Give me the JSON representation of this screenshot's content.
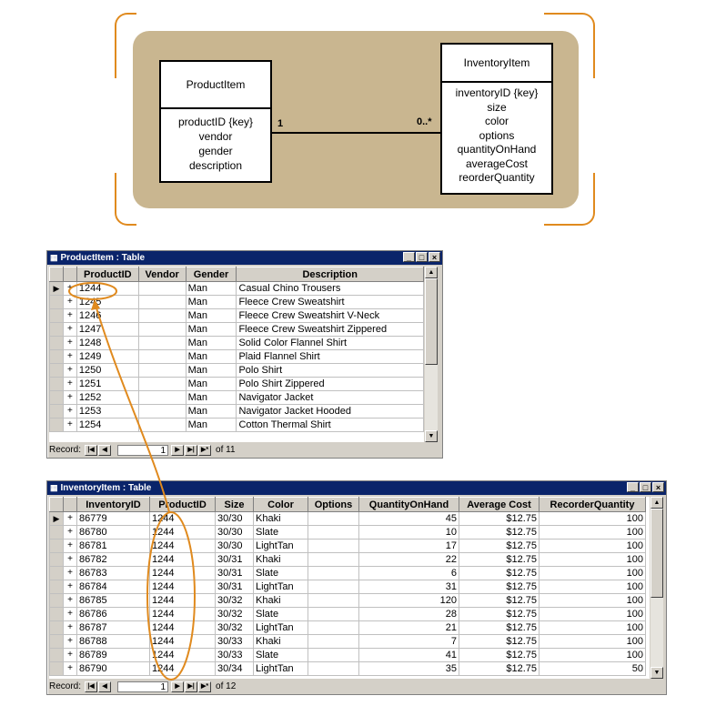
{
  "colors": {
    "diagram_background": "#c9b690",
    "accent_orange": "#e08a1e",
    "titlebar": "#0a246a"
  },
  "diagram": {
    "product_class": {
      "name": "ProductItem",
      "attributes": [
        "productID {key}",
        "vendor",
        "gender",
        "description"
      ]
    },
    "inventory_class": {
      "name": "InventoryItem",
      "attributes": [
        "inventoryID {key}",
        "size",
        "color",
        "options",
        "quantityOnHand",
        "averageCost",
        "reorderQuantity"
      ]
    },
    "association": {
      "product_multiplicity": "1",
      "inventory_multiplicity": "0..*"
    }
  },
  "product_window": {
    "title": "ProductItem : Table",
    "columns": [
      "ProductID",
      "Vendor",
      "Gender",
      "Description"
    ],
    "rows": [
      [
        "1244",
        "",
        "Man",
        "Casual Chino Trousers"
      ],
      [
        "1245",
        "",
        "Man",
        "Fleece Crew Sweatshirt"
      ],
      [
        "1246",
        "",
        "Man",
        "Fleece Crew Sweatshirt V-Neck"
      ],
      [
        "1247",
        "",
        "Man",
        "Fleece Crew Sweatshirt Zippered"
      ],
      [
        "1248",
        "",
        "Man",
        "Solid Color Flannel Shirt"
      ],
      [
        "1249",
        "",
        "Man",
        "Plaid Flannel Shirt"
      ],
      [
        "1250",
        "",
        "Man",
        "Polo Shirt"
      ],
      [
        "1251",
        "",
        "Man",
        "Polo Shirt Zippered"
      ],
      [
        "1252",
        "",
        "Man",
        "Navigator Jacket"
      ],
      [
        "1253",
        "",
        "Man",
        "Navigator Jacket Hooded"
      ],
      [
        "1254",
        "",
        "Man",
        "Cotton Thermal Shirt"
      ]
    ],
    "record_label": "Record:",
    "record_current": "1",
    "record_total": "of 11"
  },
  "inventory_window": {
    "title": "InventoryItem : Table",
    "columns": [
      "InventoryID",
      "ProductID",
      "Size",
      "Color",
      "Options",
      "QuantityOnHand",
      "Average Cost",
      "RecorderQuantity"
    ],
    "rows": [
      [
        "86779",
        "1244",
        "30/30",
        "Khaki",
        "",
        "45",
        "$12.75",
        "100"
      ],
      [
        "86780",
        "1244",
        "30/30",
        "Slate",
        "",
        "10",
        "$12.75",
        "100"
      ],
      [
        "86781",
        "1244",
        "30/30",
        "LightTan",
        "",
        "17",
        "$12.75",
        "100"
      ],
      [
        "86782",
        "1244",
        "30/31",
        "Khaki",
        "",
        "22",
        "$12.75",
        "100"
      ],
      [
        "86783",
        "1244",
        "30/31",
        "Slate",
        "",
        "6",
        "$12.75",
        "100"
      ],
      [
        "86784",
        "1244",
        "30/31",
        "LightTan",
        "",
        "31",
        "$12.75",
        "100"
      ],
      [
        "86785",
        "1244",
        "30/32",
        "Khaki",
        "",
        "120",
        "$12.75",
        "100"
      ],
      [
        "86786",
        "1244",
        "30/32",
        "Slate",
        "",
        "28",
        "$12.75",
        "100"
      ],
      [
        "86787",
        "1244",
        "30/32",
        "LightTan",
        "",
        "21",
        "$12.75",
        "100"
      ],
      [
        "86788",
        "1244",
        "30/33",
        "Khaki",
        "",
        "7",
        "$12.75",
        "100"
      ],
      [
        "86789",
        "1244",
        "30/33",
        "Slate",
        "",
        "41",
        "$12.75",
        "100"
      ],
      [
        "86790",
        "1244",
        "30/34",
        "LightTan",
        "",
        "35",
        "$12.75",
        "50"
      ]
    ],
    "record_label": "Record:",
    "record_current": "1",
    "record_total": "of 12"
  }
}
